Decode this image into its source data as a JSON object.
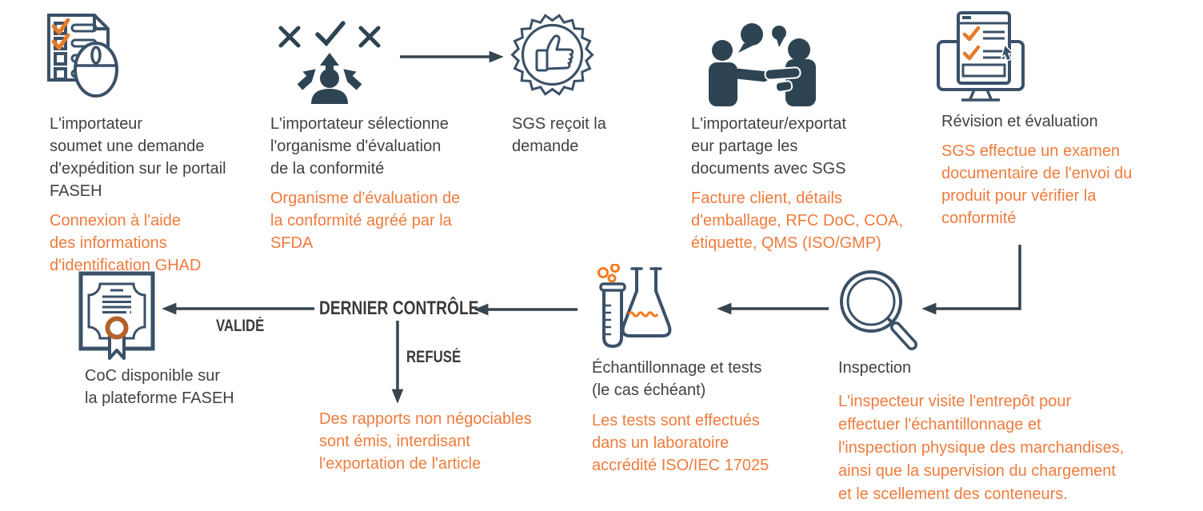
{
  "colors": {
    "dark_text": "#414141",
    "orange_text": "#EF7B3D",
    "icon_stroke": "#3A5168",
    "icon_solid": "#2E4453",
    "icon_orange": "#E87A28",
    "seal_orange": "#B4622D",
    "arrow": "#36454F"
  },
  "steps": {
    "submit": {
      "icon": "checklist-mouse-icon",
      "title": "L'importateur\nsoumet une demande\nd'expédition sur le portail\nFASEH",
      "note": "Connexion à l'aide\ndes informations\nd'identification GHAD"
    },
    "select": {
      "icon": "person-choice-icon",
      "title": "L'importateur sélectionne\nl'organisme d'évaluation\nde la conformité",
      "note": "Organisme d'évaluation de\nla conformité agréé par la\nSFDA"
    },
    "receive": {
      "icon": "thumbs-up-badge-icon",
      "title": "SGS reçoit la\ndemande"
    },
    "share": {
      "icon": "handshake-icon",
      "title": "L'importateur/exportat\neur partage les\ndocuments avec SGS",
      "note": "Facture client, détails\nd'emballage, RFC DoC, COA,\nétiquette, QMS (ISO/GMP)"
    },
    "review": {
      "icon": "monitor-checklist-icon",
      "title": "Révision et évaluation",
      "note": "SGS effectue un examen\ndocumentaire de l'envoi du\nproduit pour vérifier la\nconformité"
    },
    "inspection": {
      "icon": "magnifier-icon",
      "title": "Inspection",
      "note": "L'inspecteur visite l'entrepôt pour\neffectuer l'échantillonnage et\nl'inspection physique des marchandises,\nainsi que la supervision du chargement\net le scellement des conteneurs."
    },
    "sampling": {
      "icon": "flask-testtube-icon",
      "title": "Échantillonnage et tests\n(le cas échéant)",
      "note": "Les tests sont effectués\ndans un laboratoire\naccrédité ISO/IEC 17025"
    },
    "final_check": {
      "label": "DERNIER CONTRÔLE",
      "valid_label": "VALIDÉ",
      "refused_label": "REFUSÉ",
      "refused_note": "Des rapports non négociables\nsont émis, interdisant\nl'exportation de l'article"
    },
    "coc": {
      "icon": "certificate-icon",
      "title": "CoC disponible sur\nla plateforme FASEH"
    }
  }
}
